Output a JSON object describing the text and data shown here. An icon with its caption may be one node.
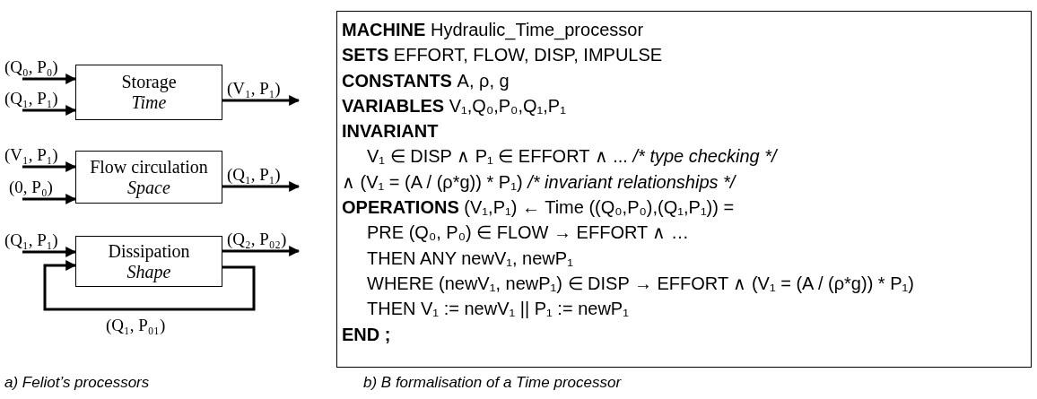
{
  "diagram": {
    "nodes": [
      {
        "text": [
          "Storage",
          "Time"
        ]
      },
      {
        "text": [
          "Flow circulation",
          "Space"
        ]
      },
      {
        "text": [
          "Dissipation",
          "Shape"
        ]
      },
      {
        "text": [
          "MACHINE",
          "Hydraulic_Time_processor",
          "SETS",
          "EFFORT, FLOW, DISP, IMPULSE",
          "CONSTANTS",
          "A, ρ, g",
          "VARIABLES",
          "V₁,Q₀,P₀,Q₁,P₁",
          "INVARIANT",
          "V₁ ∈ DISP ∧ P₁ ∈ EFFORT ∧ ...",
          "/* type checking */",
          "∧ (V₁ = (A / (ρ*g)) * P₁)",
          "/* invariant relationships */",
          "OPERATIONS",
          "(V₁,P₁) ← Time ((Q₀,P₀),(Q₁,P₁)) =",
          "PRE (Q₀, P₀) ∈  FLOW → EFFORT  ∧  …",
          "THEN  ANY newV₁, newP₁",
          "WHERE (newV₁, newP₁) ∈ DISP → EFFORT ∧ (V₁ = (A / (ρ*g)) * P₁)",
          "THEN V₁ := newV₁ || P₁ := newP₁",
          "END ;"
        ]
      }
    ],
    "edges": [
      {
        "from": null,
        "to": 0,
        "arrow": "to",
        "label": "(Q₀, P₀)"
      },
      {
        "from": null,
        "to": 0,
        "arrow": "to",
        "label": "(Q₁, P₁)"
      },
      {
        "from": 0,
        "to": null,
        "arrow": "to",
        "label": "(V₁, P₁)"
      },
      {
        "from": null,
        "to": 1,
        "arrow": "to",
        "label": "(V₁, P₁)"
      },
      {
        "from": null,
        "to": 1,
        "arrow": "to",
        "label": "(0, P₀)"
      },
      {
        "from": 1,
        "to": null,
        "arrow": "to",
        "label": "(Q₁, P₁)"
      },
      {
        "from": null,
        "to": 2,
        "arrow": "to",
        "label": "(Q₁, P₁)"
      },
      {
        "from": 2,
        "to": null,
        "arrow": "to",
        "label": "(Q₂, P₀₂)"
      },
      {
        "from": 2,
        "to": 2,
        "arrow": "to",
        "label": "(Q₁, P₀₁)"
      }
    ],
    "labels": [
      "a) Feliot’s processors",
      "b) B formalisation of a Time processor"
    ]
  }
}
